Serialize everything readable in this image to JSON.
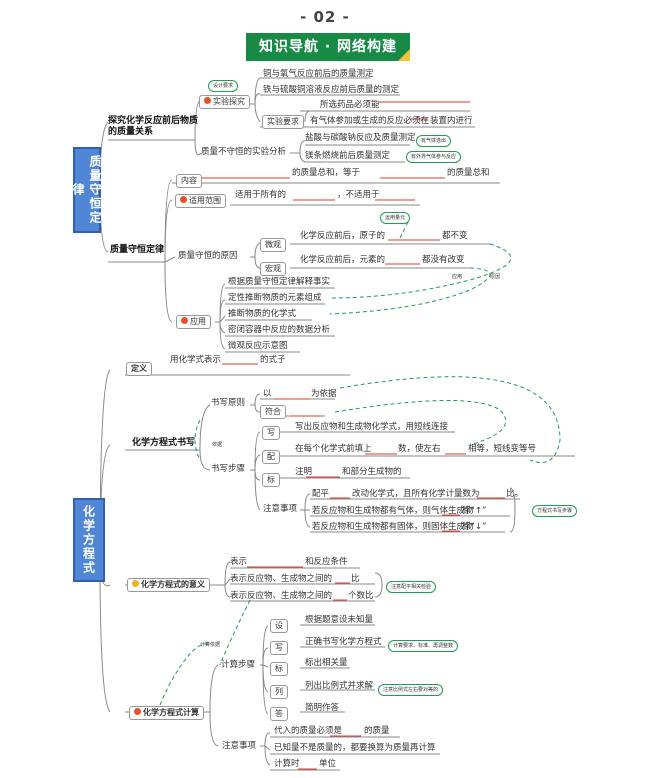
{
  "header": {
    "number": "- 02 -",
    "banner": "知识导航 · 网络构建"
  },
  "part1": {
    "root": "质量守恒定律",
    "a": {
      "title": "探究化学反应前后物质的质量关系",
      "exp": {
        "label": "实验探究",
        "bubble": "设计要求",
        "items": [
          "铜与氧气反应前后的质量测定",
          "铁与硫酸铜溶液反应前后质量的测定"
        ]
      },
      "req": {
        "label": "实验要求",
        "items": [
          "所选药品必须能",
          "有气体参加或生成的反应必须在",
          "装置内进行"
        ]
      },
      "ana": {
        "label": "质量不守恒的实验分析",
        "items": [
          "盐酸与碳酸钠反应及质量测定",
          "镁条燃烧前后质量测定"
        ],
        "bubbles": [
          "有气体逸出",
          "有外界气体参与反应"
        ]
      }
    },
    "b": {
      "title": "质量守恒定律",
      "content": {
        "label": "内容",
        "text": [
          "的质量总和，等于",
          "的质量总和"
        ]
      },
      "scope": {
        "label": "适用范围",
        "text": [
          "适用于所有的",
          "，不适用于"
        ]
      },
      "reason": {
        "label": "质量守恒的原因",
        "micro": "微观",
        "macro": "宏观",
        "micro_text": [
          "化学反应前后，原子的",
          "都不变"
        ],
        "macro_text": [
          "化学反应前后，元素的",
          "都没有改变"
        ],
        "bubble": "运用量元",
        "side": [
          "应用",
          "原因"
        ]
      },
      "app": {
        "label": "应用",
        "items": [
          "根据质量守恒定律解释事实",
          "定性推断物质的元素组成",
          "推断物质的化学式",
          "密闭容器中反应的数据分析",
          "微观反应示意图"
        ]
      }
    }
  },
  "part2": {
    "root": "化学方程式",
    "def": {
      "label": "定义",
      "text": [
        "用化学式表示",
        "的式子"
      ]
    },
    "write": {
      "label": "化学方程式书写",
      "principle": "书写原则",
      "p_items": [
        "以",
        "为依据",
        "符合"
      ],
      "steps": "书写步骤",
      "side": "依据",
      "s_write": "写",
      "s_write_text": "写出反应物和生成物化学式，用短线连接",
      "s_bal": "配",
      "s_bal_text": [
        "在每个化学式前填上",
        "数，使左右",
        "相等，短线变等号"
      ],
      "s_mark": "标",
      "s_mark_text": [
        "注明",
        "和部分生成物的"
      ],
      "note": "注意事项",
      "n_items": [
        "配平",
        "改动化学式，且所有化学计量数为",
        "比。",
        "若反应物和生成物都有气体，则气体生成物",
        "标“↑”",
        "若反应物和生成物都有固体，则固体生成物",
        "标“↓”"
      ],
      "bubble": "方程式书写步骤"
    },
    "meaning": {
      "label": "化学方程式的意义",
      "items": [
        "表示",
        "和反应条件",
        "表示反应物、生成物之间的",
        "比",
        "表示反应物、生成物之间的",
        "个数比"
      ],
      "bubble": "注意配平相关检验"
    },
    "calc": {
      "label": "化学方程式计算",
      "steps": "计算步骤",
      "side": "计算依据",
      "s1": "设",
      "s1t": "根据题意设未知量",
      "s2": "写",
      "s2t": "正确书写化学方程式",
      "s3": "标",
      "s3t": "标出相关量",
      "s4": "列",
      "s4t": "列出比例式并求解",
      "s5": "答",
      "s5t": "简明作答",
      "b2": "计算要求、标准、再调整数",
      "b4": "注意比例式左右要对等的",
      "note": "注意事项",
      "n_items": [
        "代入的质量必须是",
        "的质量",
        "已知量不是质量的，都要换算为质量再计算",
        "计算时",
        "单位"
      ]
    }
  },
  "colors": {
    "green": "#178a46",
    "blue": "#4f86d6",
    "red": "#e8502e",
    "yellow": "#f2b01e",
    "line": "#888888"
  }
}
